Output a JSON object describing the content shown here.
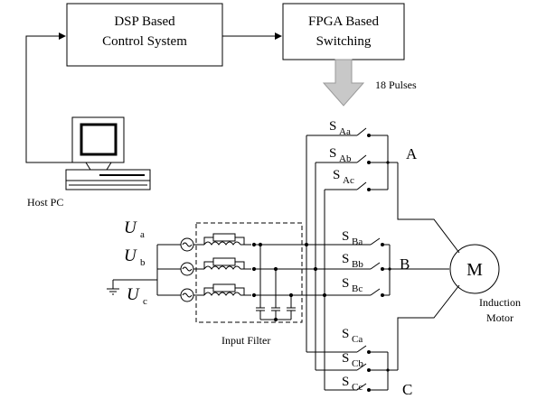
{
  "blocks": {
    "dsp_line1": "DSP Based",
    "dsp_line2": "Control System",
    "fpga_line1": "FPGA  Based",
    "fpga_line2": "Switching"
  },
  "pulses_label": "18 Pulses",
  "host_pc_label": "Host PC",
  "input_filter_label": "Input Filter",
  "motor": {
    "symbol": "M",
    "label_line1": "Induction",
    "label_line2": "Motor"
  },
  "inputs": [
    {
      "main": "U",
      "sub": "a"
    },
    {
      "main": "U",
      "sub": "b"
    },
    {
      "main": "U",
      "sub": "c"
    }
  ],
  "phases": [
    "A",
    "B",
    "C"
  ],
  "switches": [
    {
      "main": "S",
      "sub": "Aa"
    },
    {
      "main": "S",
      "sub": "Ab"
    },
    {
      "main": "S",
      "sub": "Ac"
    },
    {
      "main": "S",
      "sub": "Ba"
    },
    {
      "main": "S",
      "sub": "Bb"
    },
    {
      "main": "S",
      "sub": "Bc"
    },
    {
      "main": "S",
      "sub": "Ca"
    },
    {
      "main": "S",
      "sub": "Cb"
    },
    {
      "main": "S",
      "sub": "Cc"
    }
  ]
}
